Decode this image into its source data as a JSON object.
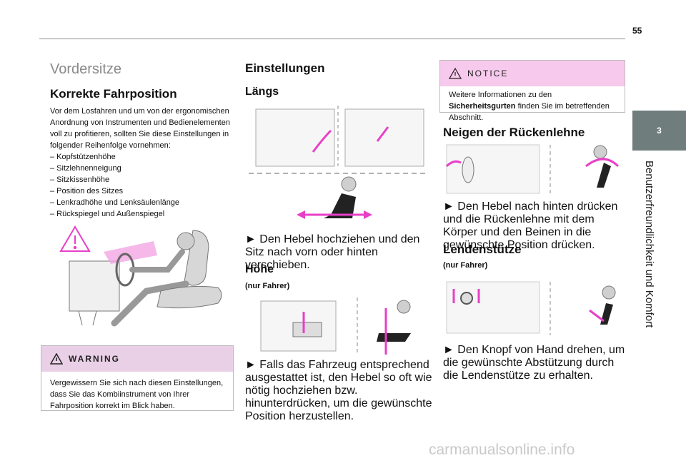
{
  "page_number": "55",
  "chapter_tab": "3",
  "chapter_title": "Benutzerfreundlichkeit und Komfort",
  "col1": {
    "section_title": "Vordersitze",
    "heading": "Korrekte Fahrposition",
    "intro": "Vor dem Losfahren und um von der ergonomischen Anordnung von Instrumenten und Bedienelementen voll zu profitieren, sollten Sie diese Einstellungen in folgender Reihenfolge vornehmen:",
    "list": [
      "– Kopfstützenhöhe",
      "– Sitzlehnenneigung",
      "– Sitzkissenhöhe",
      "– Position des Sitzes",
      "– Lenkradhöhe und Lenksäulenlänge",
      "– Rückspiegel und Außenspiegel"
    ],
    "warning_title": "WARNING",
    "warning_text": "Vergewissern Sie sich nach diesen Einstellungen, dass Sie das Kombiinstrument von Ihrer Fahrposition korrekt im Blick haben."
  },
  "col2": {
    "heading": "Einstellungen",
    "sub1": "Längs",
    "text1": "► Den Hebel hochziehen und den Sitz nach vorn oder hinten verschieben.",
    "sub2": "Höhe",
    "sub2_note": "(nur Fahrer)",
    "text2": "► Falls das Fahrzeug entsprechend ausgestattet ist, den Hebel so oft wie nötig hochziehen bzw. hinunterdrücken, um die gewünschte Position herzustellen."
  },
  "col3": {
    "notice_title": "NOTICE",
    "notice_text_pre": "Weitere Informationen zu den ",
    "notice_text_bold": "Sicherheitsgurten",
    "notice_text_post": " finden Sie im betreffenden Abschnitt.",
    "heading1": "Neigen der Rückenlehne",
    "text1": "► Den Hebel nach hinten drücken und die Rückenlehne mit dem Körper und den Beinen in die gewünschte Position drücken.",
    "heading2": "Lendenstütze",
    "heading2_note": "(nur Fahrer)",
    "text2": "► Den Knopf von Hand drehen, um die gewünschte Abstützung durch die Lendenstütze zu erhalten."
  },
  "watermark": "carmanualsonline.info",
  "colors": {
    "accent": "#e83fc8",
    "tab": "#6f7d7c",
    "warning_bg": "#ead0e6",
    "notice_bg": "#f7c9ec"
  }
}
